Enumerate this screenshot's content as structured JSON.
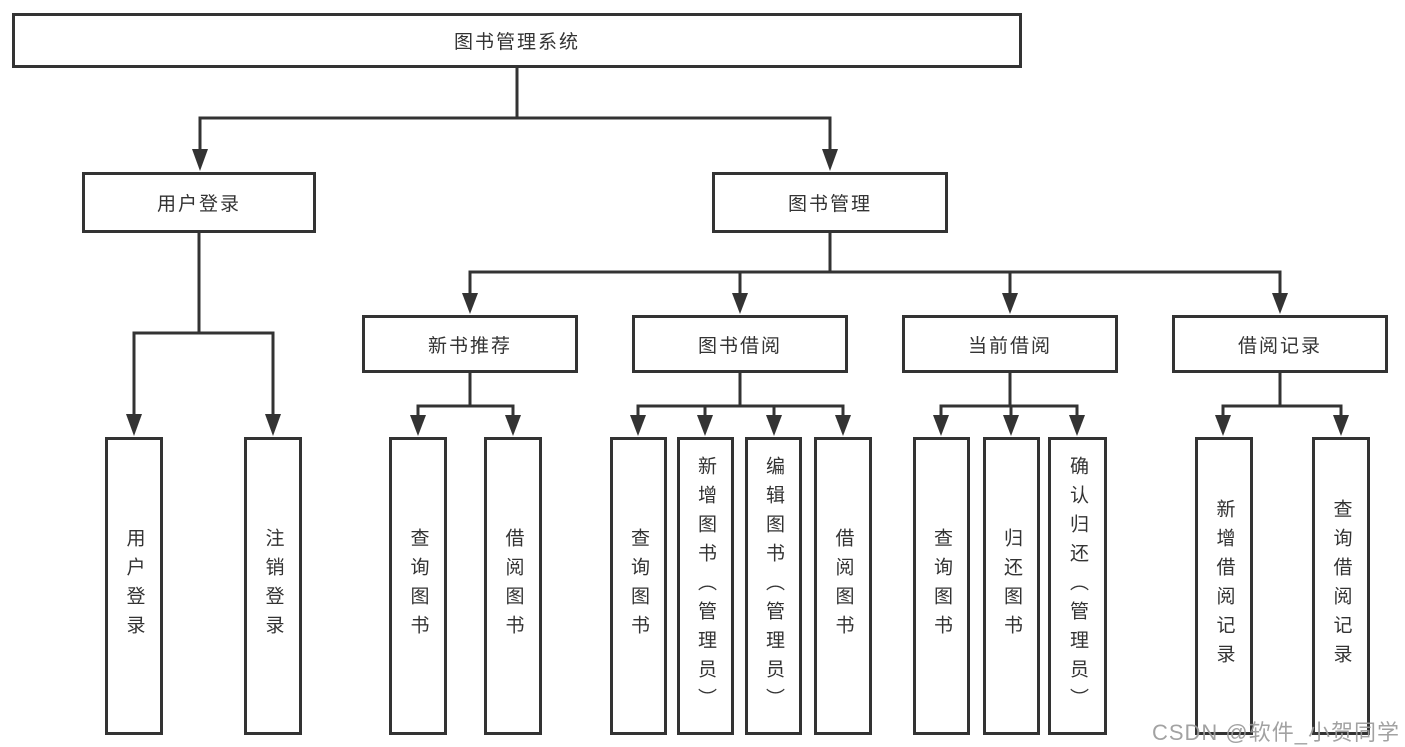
{
  "diagram_type": "hierarchy-tree",
  "tree": {
    "label": "图书管理系统",
    "children": [
      {
        "label": "用户登录",
        "children": [
          {
            "label": "用户登录"
          },
          {
            "label": "注销登录"
          }
        ]
      },
      {
        "label": "图书管理",
        "children": [
          {
            "label": "新书推荐",
            "children": [
              {
                "label": "查询图书"
              },
              {
                "label": "借阅图书"
              }
            ]
          },
          {
            "label": "图书借阅",
            "children": [
              {
                "label": "查询图书"
              },
              {
                "label": "新增图书（管理员）"
              },
              {
                "label": "编辑图书（管理员）"
              },
              {
                "label": "借阅图书"
              }
            ]
          },
          {
            "label": "当前借阅",
            "children": [
              {
                "label": "查询图书"
              },
              {
                "label": "归还图书"
              },
              {
                "label": "确认归还（管理员）"
              }
            ]
          },
          {
            "label": "借阅记录",
            "children": [
              {
                "label": "新增借阅记录"
              },
              {
                "label": "查询借阅记录"
              }
            ]
          }
        ]
      }
    ]
  },
  "watermark": {
    "text": "CSDN @软件_小贺同学"
  },
  "colors": {
    "line": "#333333",
    "box_border": "#333333",
    "text": "#333333",
    "background": "#ffffff",
    "watermark": "#9b9b9b"
  }
}
